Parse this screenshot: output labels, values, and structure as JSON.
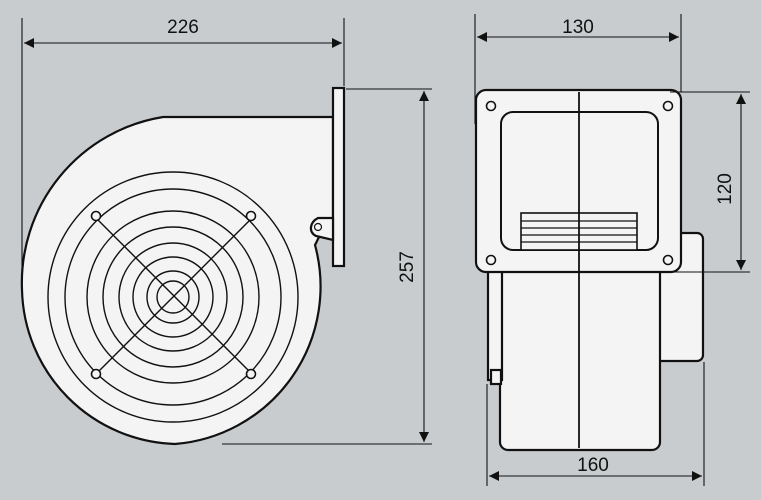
{
  "drawing": {
    "subject": "centrifugal blower fan",
    "views": [
      "side-view",
      "front-view"
    ]
  },
  "dimensions": {
    "side_width": "226",
    "side_height": "257",
    "front_width_top": "130",
    "front_width_bottom": "160",
    "flange_height": "120"
  },
  "colors": {
    "background": "#c9ccce",
    "body_fill": "#f4f4f4",
    "stroke": "#111111"
  }
}
